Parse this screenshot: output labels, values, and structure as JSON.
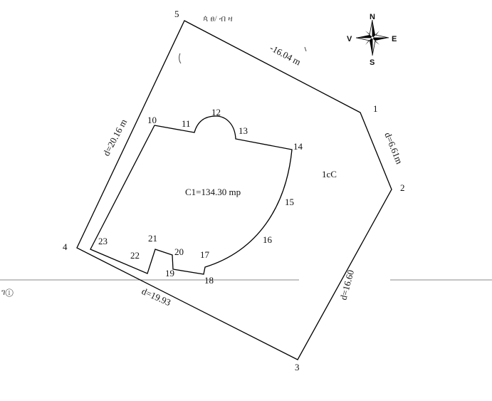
{
  "top_text": "ጳ ፀ/ ብ ዛ",
  "side_text": "ገ①",
  "parcel_points": [
    "1",
    "2",
    "3",
    "4",
    "5"
  ],
  "building_points": [
    "10",
    "11",
    "12",
    "13",
    "14",
    "15",
    "16",
    "17",
    "18",
    "19",
    "20",
    "21",
    "22",
    "23"
  ],
  "dimensions": {
    "d_5_1": "-16.04 m",
    "d_1_2": "d=6.61m",
    "d_2_3": "d=16.60",
    "d_3_4": "d=19.93",
    "d_4_5": "d=20.16 m"
  },
  "building_area": "C1=134.30 mp",
  "parcel_label": "1cC",
  "compass": {
    "n": "N",
    "s": "S",
    "e": "E",
    "w": "V"
  }
}
